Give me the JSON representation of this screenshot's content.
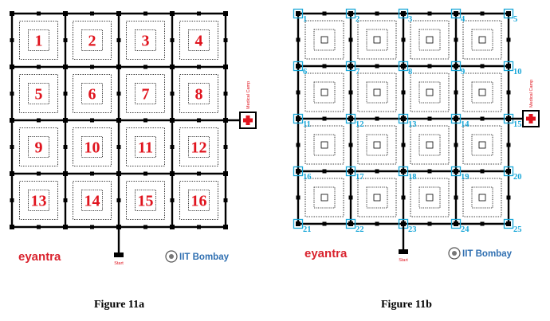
{
  "figures": [
    {
      "caption": "Figure 11a",
      "cell_labels": [
        "1",
        "2",
        "3",
        "4",
        "5",
        "6",
        "7",
        "8",
        "9",
        "10",
        "11",
        "12",
        "13",
        "14",
        "15",
        "16"
      ],
      "medical_camp_label": "Medical Camp",
      "start_label": "Start",
      "brand_left": "eyantra",
      "brand_right": "IIT Bombay"
    },
    {
      "caption": "Figure 11b",
      "node_labels": [
        "1",
        "2",
        "3",
        "4",
        "5",
        "6",
        "7",
        "8",
        "9",
        "10",
        "11",
        "12",
        "13",
        "14",
        "15",
        "16",
        "17",
        "18",
        "19",
        "20",
        "21",
        "22",
        "23",
        "24",
        "25"
      ],
      "medical_camp_label": "Medical Camp",
      "start_label": "Start",
      "brand_left": "eyantra",
      "brand_right": "IIT Bombay"
    }
  ],
  "colors": {
    "grid_line": "#000000",
    "cell_number": "#e0141e",
    "node_marker": "#1aa7d8",
    "camp_cross": "#e0141e",
    "brand_red": "#d9232e",
    "iit_blue": "#2f6fb1"
  },
  "icons": [
    "medical-cross-icon",
    "start-marker-icon",
    "iit-emblem-icon"
  ]
}
